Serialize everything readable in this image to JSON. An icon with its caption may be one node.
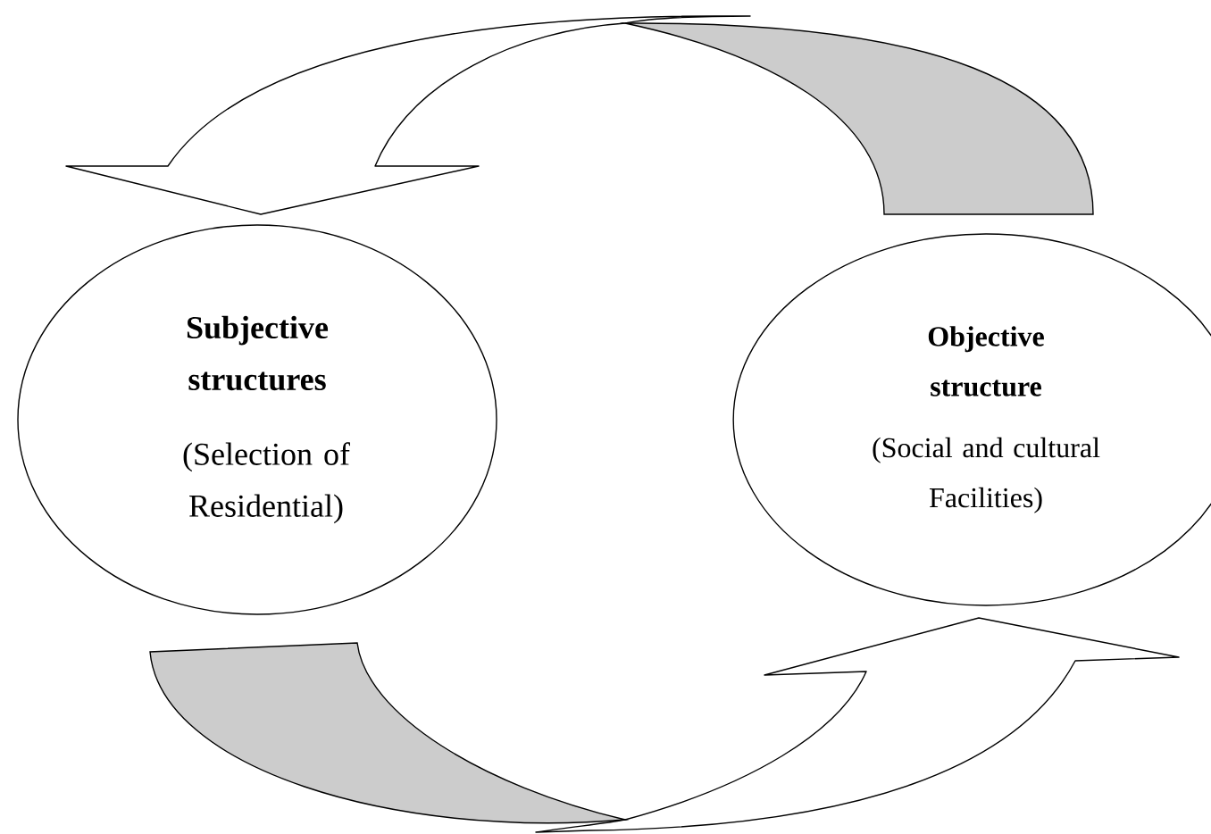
{
  "diagram": {
    "nodes": [
      {
        "text": [
          "Subjective structures",
          "(Selection of Residential)"
        ]
      },
      {
        "text": [
          "Objective structure",
          "(Social and cultural Facilities)"
        ]
      }
    ],
    "edges": [
      {
        "from": 1,
        "to": 0,
        "arrow": "to"
      },
      {
        "from": 0,
        "to": 1,
        "arrow": "to"
      }
    ]
  }
}
